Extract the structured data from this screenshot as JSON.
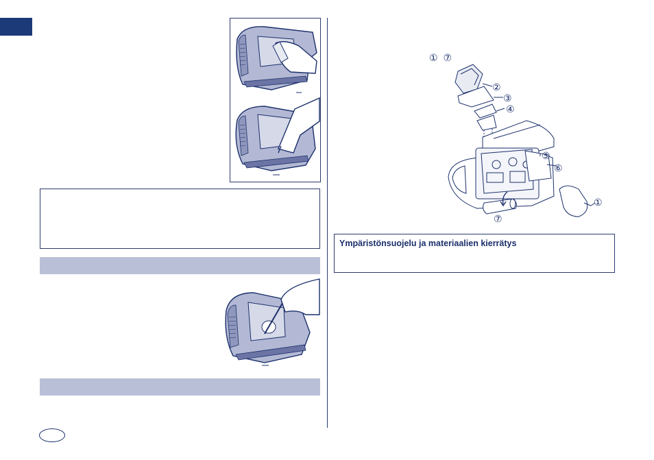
{
  "header": {
    "language_tab_color": "#1c3a78"
  },
  "sections": {
    "band_color": "#b9bfd6",
    "band_1_label": "",
    "band_2_label": ""
  },
  "disposal": {
    "step_refs": "① ⑦",
    "callouts": [
      "②",
      "③",
      "④",
      "⑤",
      "⑥",
      "①",
      "⑦"
    ]
  },
  "environment_box": {
    "title": "Ympäristönsuojelu ja materiaalien kierrätys"
  },
  "footer": {
    "page_number": ""
  }
}
